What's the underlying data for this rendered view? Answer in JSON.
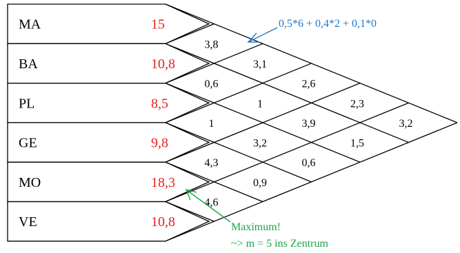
{
  "rows": [
    {
      "label": "MA",
      "value": "15"
    },
    {
      "label": "BA",
      "value": "10,8"
    },
    {
      "label": "PL",
      "value": "8,5"
    },
    {
      "label": "GE",
      "value": "9,8"
    },
    {
      "label": "MO",
      "value": "18,3"
    },
    {
      "label": "VE",
      "value": "10,8"
    }
  ],
  "cells": [
    [
      "3,8",
      "3,1",
      "2,6",
      "2,3",
      "3,2"
    ],
    [
      "0,6",
      "1",
      "3,9",
      "1,5"
    ],
    [
      "1",
      "3,2",
      "0,6"
    ],
    [
      "4,3",
      "0,9"
    ],
    [
      "4,6"
    ]
  ],
  "annotations": {
    "formula": "0,5*6 + 0,4*2 + 0,1*0",
    "maximum": "Maximum!",
    "result": "~> m = 5 ins Zentrum"
  },
  "colors": {
    "value": "#e8201c",
    "formula": "#1f78c8",
    "maximum": "#1aa64a",
    "line": "#000000"
  }
}
